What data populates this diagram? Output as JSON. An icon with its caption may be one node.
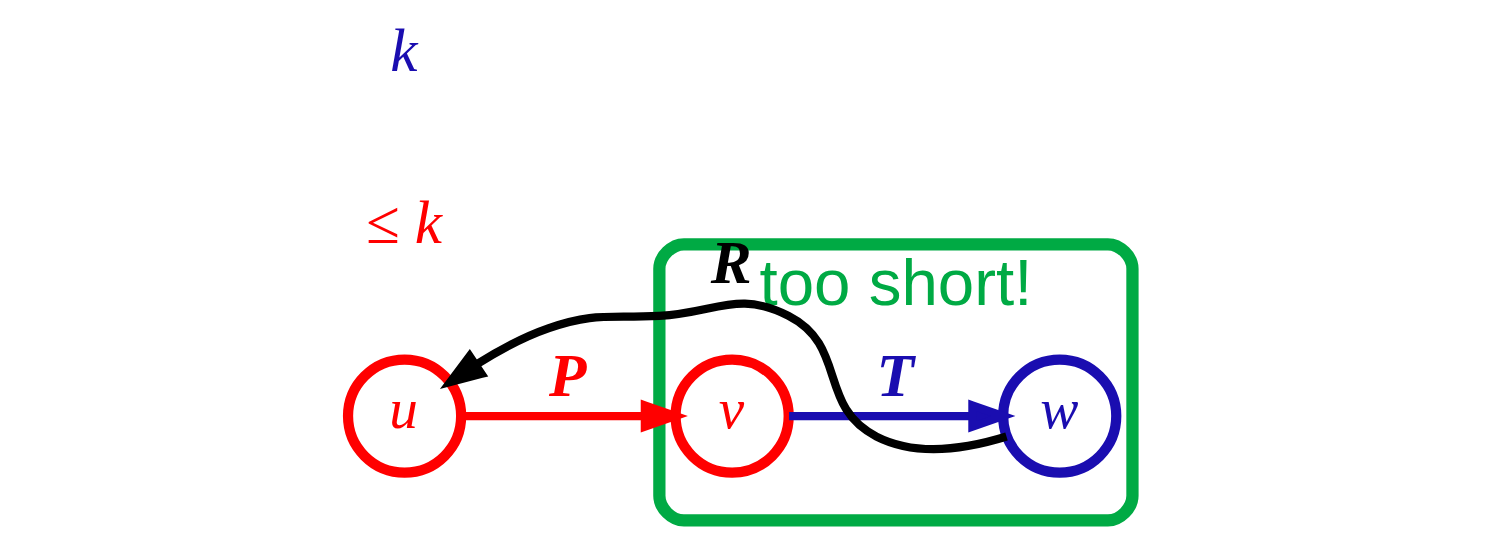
{
  "diagram": {
    "nodes": [
      {
        "text": [
          "too short!"
        ]
      },
      {
        "text": [
          "u"
        ]
      },
      {
        "text": [
          "v"
        ],
        "in": 0
      },
      {
        "text": [
          "w"
        ],
        "in": 0
      }
    ],
    "edges": [
      {
        "from": 3,
        "to": 1,
        "arrow": "to",
        "label": "R",
        "color": "#000000"
      },
      {
        "from": 1,
        "to": 2,
        "arrow": "to",
        "label": "P",
        "color": "#ff0000"
      },
      {
        "from": 2,
        "to": 3,
        "arrow": "to",
        "label": "T",
        "color": "#1a0db0"
      }
    ],
    "labels": [
      "≤ k",
      "k"
    ]
  }
}
